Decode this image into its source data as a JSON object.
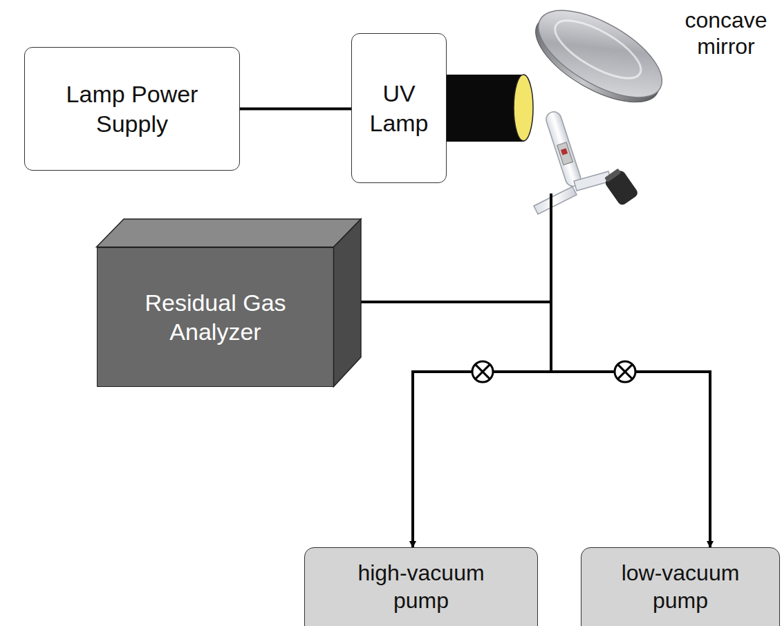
{
  "diagram": {
    "nodes": [
      {
        "text": [
          "Lamp Power Supply"
        ]
      },
      {
        "text": [
          "UV Lamp"
        ]
      },
      {
        "text": [
          "Residual Gas Analyzer"
        ]
      },
      {
        "text": [
          "high-vacuum pump"
        ]
      },
      {
        "text": [
          "low-vacuum pump"
        ]
      }
    ],
    "edges": [
      {
        "from": 0,
        "to": 1,
        "arrow": "none"
      },
      {
        "from": 2,
        "to": 3,
        "arrow": "to"
      },
      {
        "from": 2,
        "to": 4,
        "arrow": "to"
      }
    ],
    "labels": [
      "concave mirror"
    ]
  }
}
